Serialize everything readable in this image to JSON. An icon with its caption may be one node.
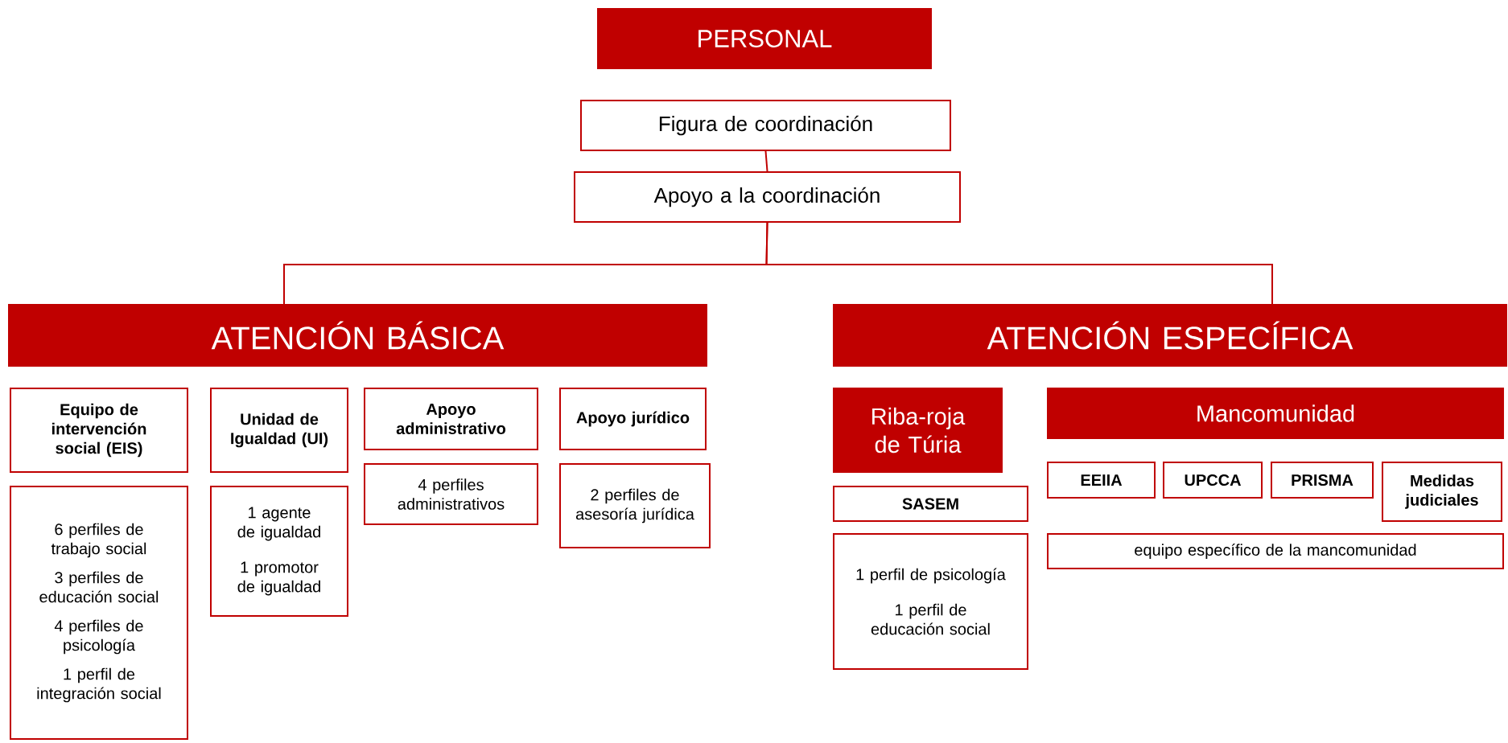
{
  "diagram": {
    "nodes": [
      {
        "text": [
          "PERSONAL"
        ]
      },
      {
        "text": [
          "Figura de coordinación"
        ]
      },
      {
        "text": [
          "Apoyo a la coordinación"
        ]
      },
      {
        "text": [
          "ATENCIÓN BÁSICA"
        ]
      },
      {
        "text": [
          "ATENCIÓN ESPECÍFICA"
        ]
      },
      {
        "text": [
          "Equipo de intervención social (EIS)"
        ]
      },
      {
        "text": [
          "6 perfiles de trabajo social",
          "3 perfiles de educación social",
          "4 perfiles de psicología",
          "1 perfil de integración social"
        ]
      },
      {
        "text": [
          "Unidad de Igualdad (UI)"
        ]
      },
      {
        "text": [
          "1 agente de igualdad",
          "1 promotor de igualdad"
        ]
      },
      {
        "text": [
          "Apoyo administrativo"
        ]
      },
      {
        "text": [
          "4 perfiles administrativos"
        ]
      },
      {
        "text": [
          "Apoyo jurídico"
        ]
      },
      {
        "text": [
          "2 perfiles de asesoría jurídica"
        ]
      },
      {
        "text": [
          "Riba-roja de Túria"
        ]
      },
      {
        "text": [
          "Mancomunidad"
        ]
      },
      {
        "text": [
          "SASEM"
        ]
      },
      {
        "text": [
          "1 perfil de psicología",
          "1 perfil de educación social"
        ]
      },
      {
        "text": [
          "EEIIA"
        ]
      },
      {
        "text": [
          "UPCCA"
        ]
      },
      {
        "text": [
          "PRISMA"
        ]
      },
      {
        "text": [
          "Medidas judiciales"
        ]
      },
      {
        "text": [
          "equipo específico de la mancomunidad"
        ]
      }
    ],
    "edges": [
      {
        "from": 1,
        "to": 2,
        "arrow": "none"
      },
      {
        "from": 2,
        "to": 3,
        "arrow": "none"
      },
      {
        "from": 2,
        "to": 4,
        "arrow": "none"
      }
    ]
  }
}
